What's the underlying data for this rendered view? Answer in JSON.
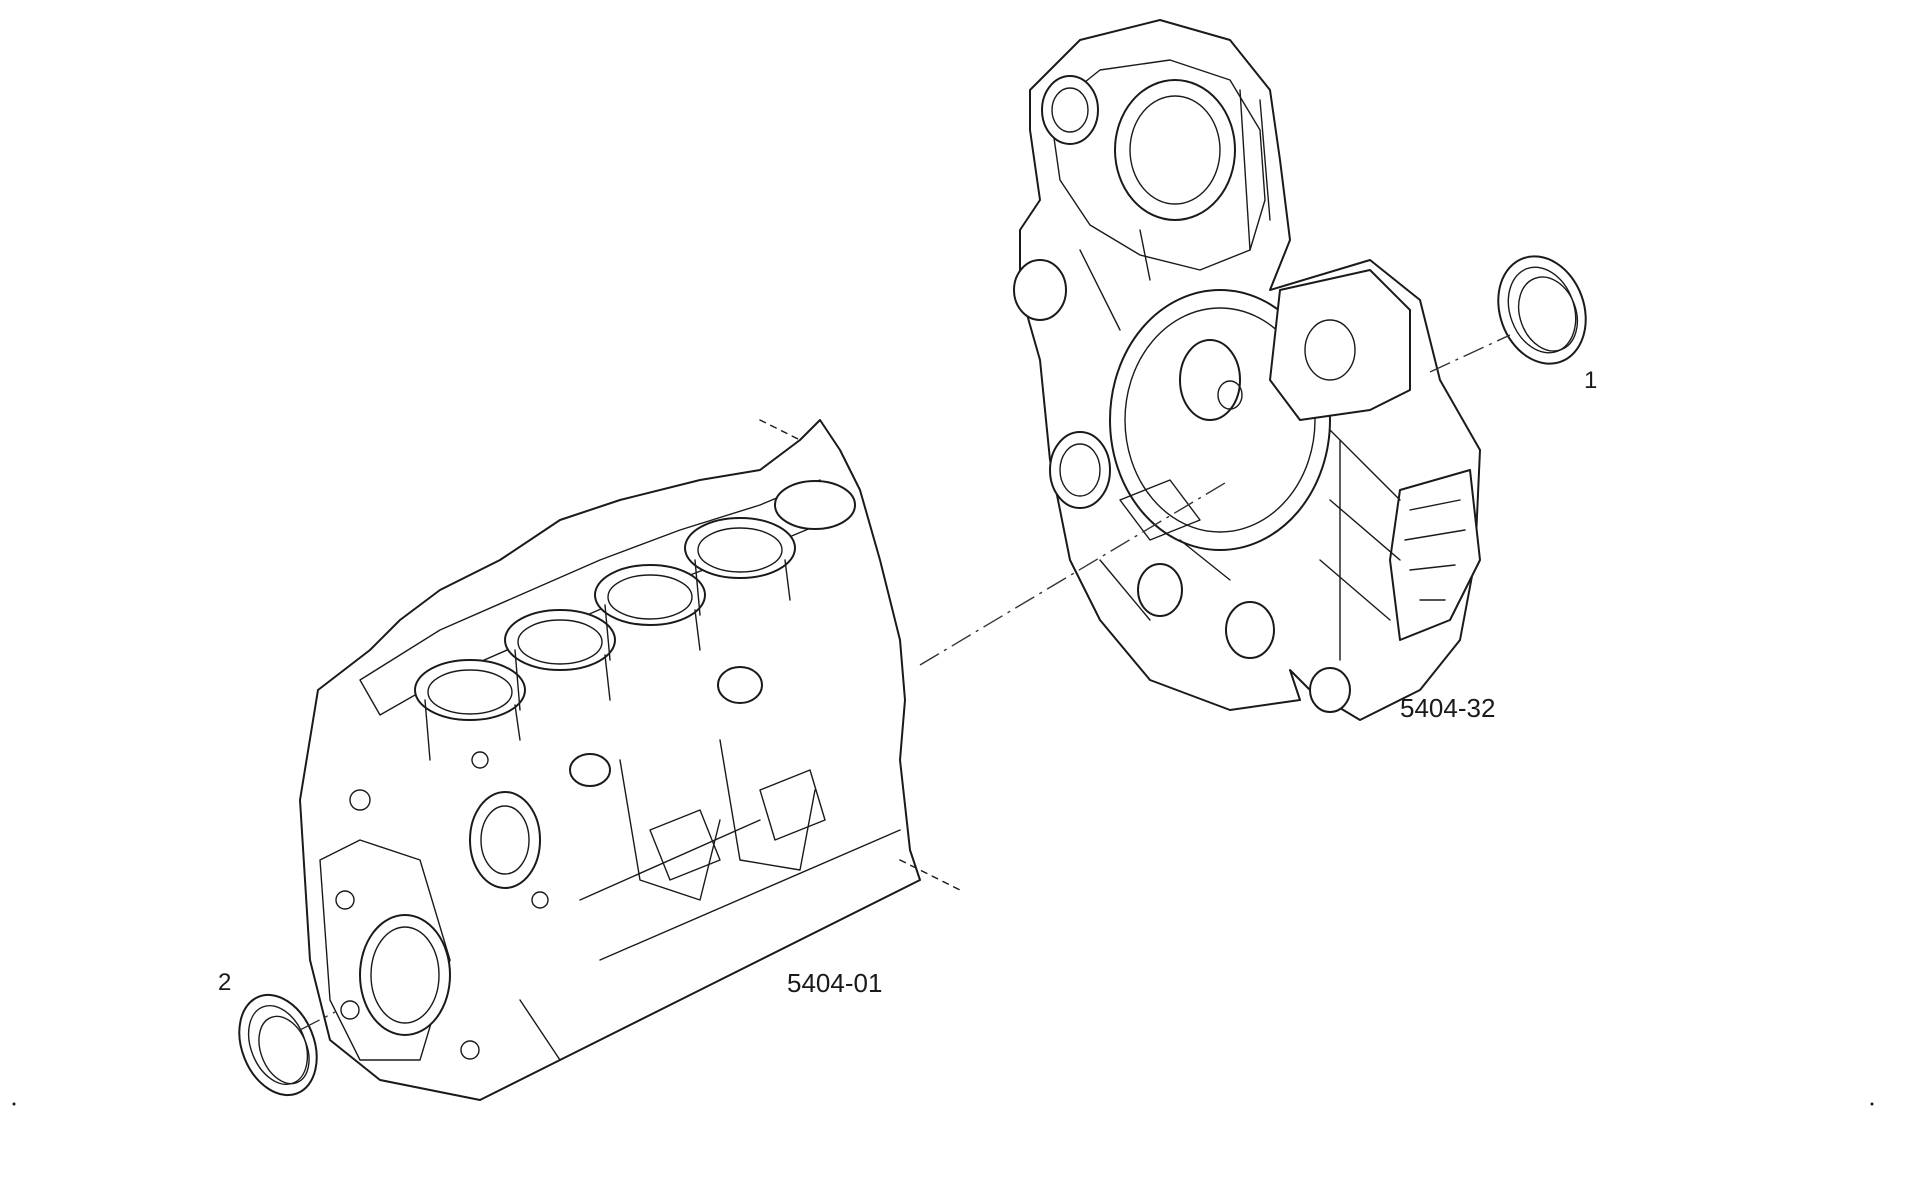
{
  "callouts": {
    "seal_front": "1",
    "seal_rear": "2"
  },
  "assembly_labels": {
    "timing_cover": "5404-32",
    "cylinder_block": "5404-01"
  },
  "colors": {
    "line": "#1a1a1a",
    "background": "#ffffff"
  }
}
